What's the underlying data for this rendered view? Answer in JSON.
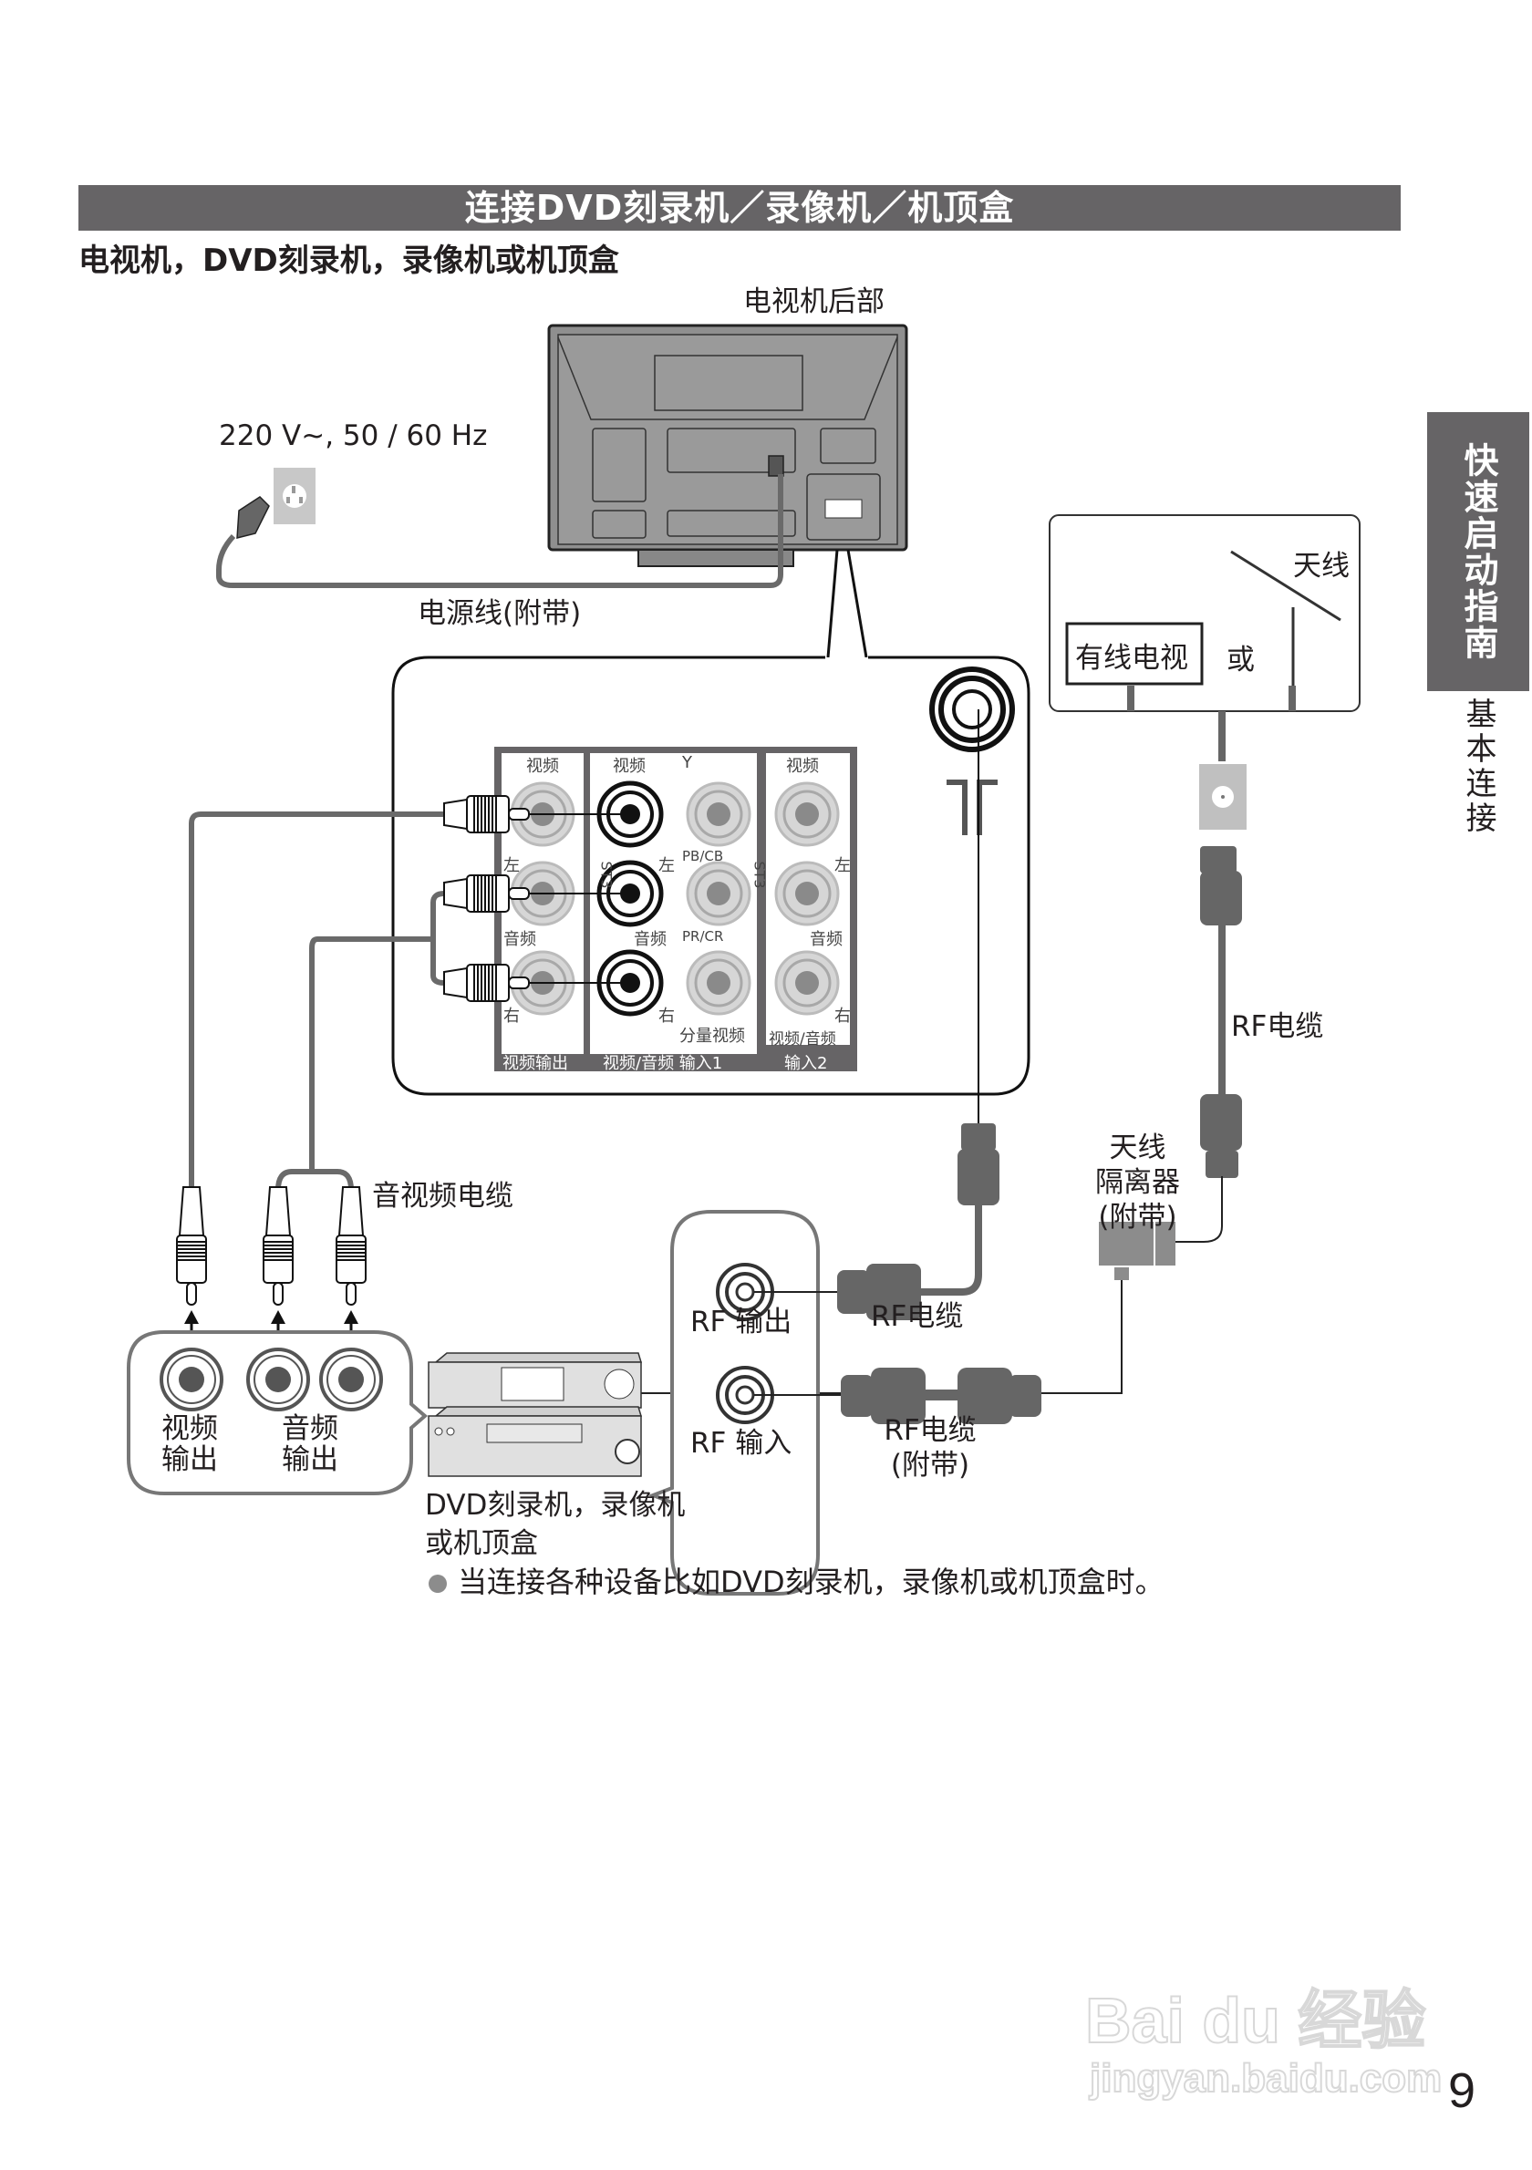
{
  "header": {
    "title": "连接DVD刻录机／录像机／机顶盒",
    "subtitle": "电视机，DVD刻录机，录像机或机顶盒"
  },
  "side_tab": {
    "section": "快速启动指南",
    "subsection": "基本连接"
  },
  "diagram": {
    "tv_rear_label": "电视机后部",
    "power_spec": "220 V~, 50 / 60 Hz",
    "power_cord_label": "电源线(附带)",
    "antenna_box": {
      "cable_tv_label": "有线电视",
      "or_label": "或",
      "antenna_label": "天线"
    },
    "rf_cable_label_top": "RF电缆",
    "isolator_label": [
      "天线",
      "隔离器",
      "(附带)"
    ],
    "jack_panel": {
      "col1_top": "视频",
      "col2_top": "视频",
      "y_label": "Y",
      "col4_top": "视频",
      "left_label": "左",
      "audio_label": "音频",
      "right_label": "右",
      "pb_label": "PB/CB",
      "pr_label": "PR/CR",
      "st3_label": "ST3",
      "component_label": "分量视频",
      "av_label": "视频/音频",
      "bottom_labels": [
        "视频输出",
        "视频/音频  输入1",
        "输入2"
      ]
    },
    "av_cable_label": "音视频电缆",
    "device_outputs": {
      "video_out": [
        "视频",
        "输出"
      ],
      "audio_out": [
        "音频",
        "输出"
      ]
    },
    "rf_box": {
      "rf_out": "RF 输出",
      "rf_in": "RF 输入"
    },
    "rf_cable_label_mid": "RF电缆",
    "rf_cable_supplied": [
      "RF电缆",
      "(附带)"
    ],
    "device_caption": [
      "DVD刻录机，录像机",
      "或机顶盒"
    ]
  },
  "note": "当连接各种设备比如DVD刻录机，录像机或机顶盒时。",
  "watermark": {
    "brand": "Bai du 经验",
    "url": "jingyan.baidu.com"
  },
  "page_number": "9",
  "colors": {
    "header_bg": "#666466",
    "cable": "#6a6a6a",
    "jack_light": "#d6d6d6"
  }
}
